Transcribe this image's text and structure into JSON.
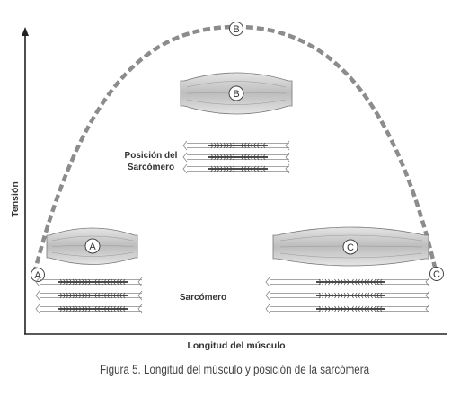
{
  "diagram": {
    "y_axis_label": "Tensión",
    "x_axis_label": "Longitud del músculo",
    "position_label_line1": "Posición del",
    "position_label_line2": "Sarcómero",
    "sarcomere_label": "Sarcómero",
    "markers": {
      "a": "A",
      "b": "B",
      "c": "C"
    },
    "colors": {
      "curve": "#8c8c8c",
      "muscle_fill": "#c9c9c9",
      "axis": "#222222"
    }
  },
  "caption": "Figura 5. Longitud del músculo y posición de la sarcómera"
}
